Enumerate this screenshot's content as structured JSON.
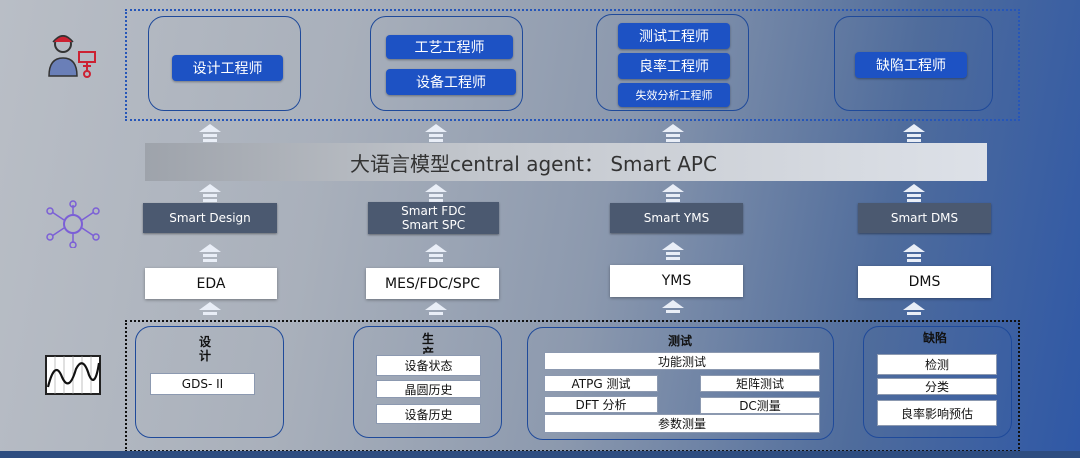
{
  "engineers": {
    "design": "设计工程师",
    "process": "工艺工程师",
    "equipment": "设备工程师",
    "test": "测试工程师",
    "yield": "良率工程师",
    "failure": "失效分析工程师",
    "defect": "缺陷工程师"
  },
  "agent_label": "大语言模型central agent：  Smart APC",
  "smart_modules": {
    "design": "Smart Design",
    "fdc": "Smart FDC",
    "spc": "Smart SPC",
    "yms": "Smart YMS",
    "dms": "Smart DMS"
  },
  "systems": {
    "eda": "EDA",
    "mes": "MES/FDC/SPC",
    "yms": "YMS",
    "dms": "DMS"
  },
  "categories": {
    "design": {
      "label_1": "设",
      "label_2": "计",
      "items": [
        "GDS- II"
      ]
    },
    "production": {
      "label_1": "生",
      "label_2": "产",
      "items": [
        "设备状态",
        "晶圆历史",
        "设备历史"
      ]
    },
    "test": {
      "label": "测试",
      "items": [
        "功能测试",
        "ATPG 测试",
        "矩阵测试",
        "DFT 分析",
        "DC测量",
        "参数测量"
      ]
    },
    "defect": {
      "label": "缺陷",
      "items": [
        "检测",
        "分类",
        "良率影响预估"
      ]
    }
  },
  "icons": {
    "top": "engineer-icon",
    "middle": "network-hub-icon",
    "bottom": "waveform-chart-icon"
  },
  "colors": {
    "accent_blue": "#1d52c4",
    "smart_module": "#4b5970",
    "frame_blue": "#2656b8"
  }
}
